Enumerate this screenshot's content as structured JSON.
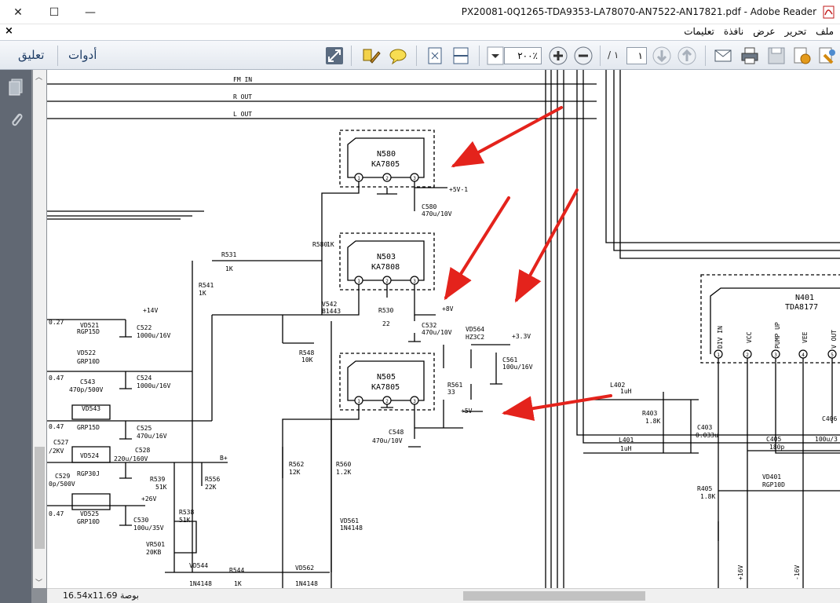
{
  "window": {
    "title": "PX20081-0Q1265-TDA9353-LA78070-AN7522-AN17821.pdf - Adobe Reader",
    "minimize": "—",
    "maximize": "☐",
    "close": "✕"
  },
  "menu": {
    "close_doc": "×",
    "items": [
      "ملف",
      "تحرير",
      "عرض",
      "نافذة",
      "تعليمات"
    ]
  },
  "toolbar": {
    "tools_label": "أدوات",
    "comment_label": "تعليق",
    "zoom_value": "٢٠٠٪",
    "page_current": "١",
    "page_total": "/ ١",
    "icons": [
      "expand-icon",
      "highlight-icon",
      "comment-bubble-icon",
      "fit-page-icon",
      "fit-width-icon",
      "zoom-dropdown-icon",
      "zoom-in-icon",
      "zoom-out-icon",
      "next-page-icon",
      "prev-page-icon",
      "email-icon",
      "print-icon",
      "save-icon",
      "sign-icon",
      "settings-icon"
    ]
  },
  "status": {
    "size": "16.54x11.69 بوصة"
  },
  "schematic": {
    "nets": [
      "FM IN",
      "R OUT",
      "L OUT"
    ],
    "labels": {
      "n580": "N580",
      "ka7805a": "KA7805",
      "n503": "N503",
      "ka7808": "KA7808",
      "n505": "N505",
      "ka7805b": "KA7805",
      "n401": "N401",
      "tda8177": "TDA8177",
      "c580": "C580",
      "c580v": "470u/10V",
      "p5v1": "+5V-1",
      "r580": "R580",
      "r580v": "1K",
      "r531": "R531",
      "r531v": "1K",
      "r541": "R541",
      "r541v": "1K",
      "v542": "V542",
      "v542v": "B1443",
      "r530": "R530",
      "r530v": "22",
      "c532": "C532",
      "c532v": "470u/10V",
      "p8v": "+8V",
      "vd564": "VD564",
      "vd564v": "HZ3C2",
      "p33v": "+3.3V",
      "c561": "C561",
      "c561v": "100u/16V",
      "r561": "R561",
      "r561v": "33",
      "p5v": "+5V",
      "c548": "C548",
      "c548v": "470u/10V",
      "r548": "R548",
      "r548v": "10K",
      "r562": "R562",
      "r562v": "12K",
      "r560": "R560",
      "r560v": "1.2K",
      "vd561": "VD561",
      "vd561v": "1N4148",
      "vd521": "VD521",
      "vd521v": "RGP15D",
      "v027a": "0.27",
      "p14v": "+14V",
      "c522": "C522",
      "c522v": "1000u/16V",
      "vd522": "VD522",
      "vd522v": "GRP10D",
      "v047a": "0.47",
      "c524": "C524",
      "c524v": "1000u/16V",
      "c543": "C543",
      "c543v": "470p/500V",
      "vd543": "VD543",
      "vd543v": "GRP15D",
      "v047b": "0.47",
      "c525": "C525",
      "c525v": "470u/16V",
      "c527": "C527",
      "c527v": "/2KV",
      "vd524": "VD524",
      "vd524v": "RGP30J",
      "c528": "C528",
      "c528v": "220u/160V",
      "bplus": "B+",
      "c529": "C529",
      "c529v": "0p/500V",
      "r539": "R539",
      "r539v": "51K",
      "r556": "R556",
      "r556v": "22K",
      "p26v": "+26V",
      "vd525": "VD525",
      "vd525v": "GRP10D",
      "v047c": "0.47",
      "r538": "R538",
      "r538v": "51K",
      "c530": "C530",
      "c530v": "100u/35V",
      "vr501": "VR501",
      "vr501v": "20KB",
      "vd544": "VD544",
      "vd544v": "1N4148",
      "r544": "R544",
      "r544v": "1K",
      "vd562": "VD562",
      "vd562v": "1N4148",
      "pin1": "DIV IN",
      "pin2": "VCC",
      "pin3": "PUMP UP",
      "pin4": "VEE",
      "pin5": "V OUT",
      "l402": "L402",
      "l402v": "1uH",
      "l401": "L401",
      "l401v": "1uH",
      "r403": "R403",
      "r403v": "1.8K",
      "c403": "C403",
      "c403v": "0.033u",
      "c405": "C405",
      "c405v": "180p",
      "c406": "C406",
      "c406v": "100u/3",
      "vd401": "VD401",
      "vd401v": "RGP10D",
      "r405": "R405",
      "r405v": "1.8K",
      "p16v": "+16V",
      "m16v": "-16V"
    }
  }
}
